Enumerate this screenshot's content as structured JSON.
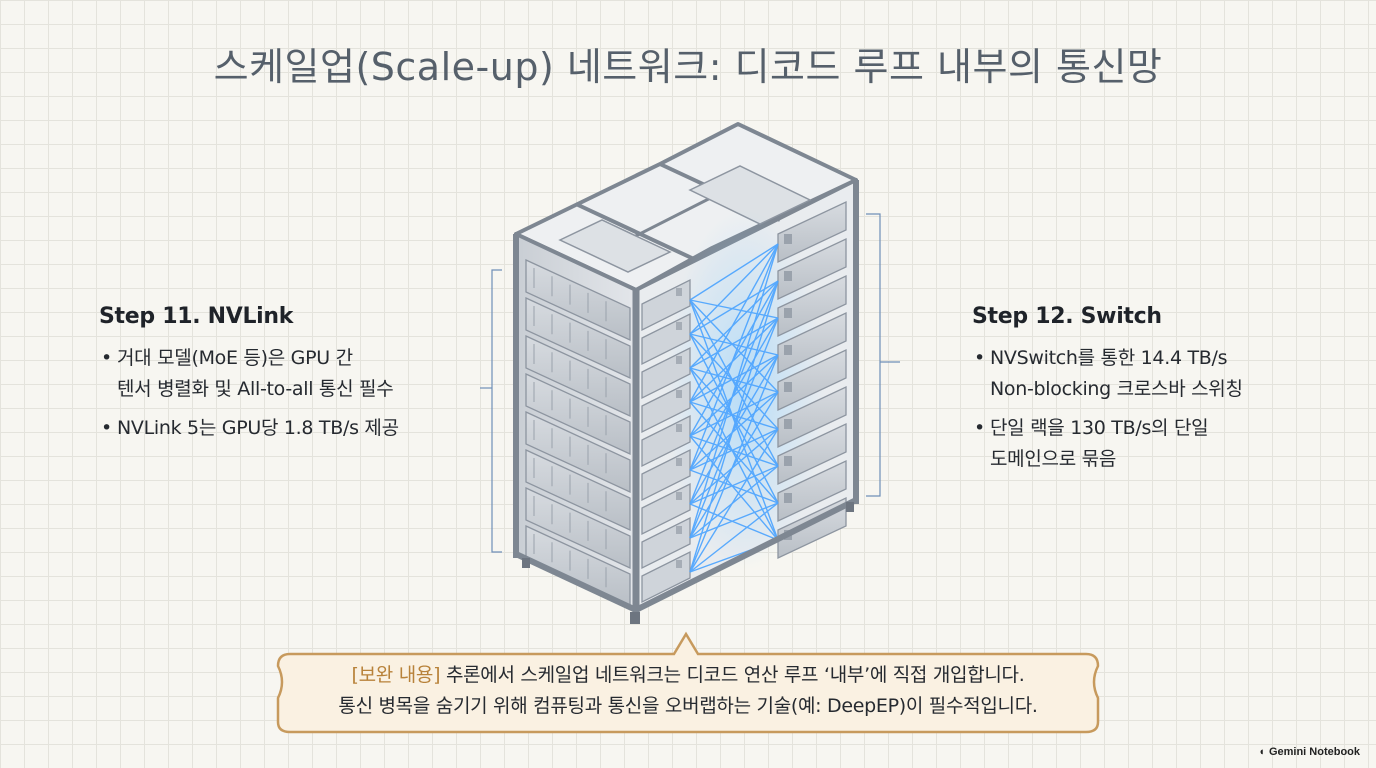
{
  "title": "스케일업(Scale-up) 네트워크: 디코드 루프 내부의 통신망",
  "left": {
    "heading": "Step 11. NVLink",
    "bullets": [
      [
        "거대 모델(MoE 등)은 GPU 간",
        "텐서 병렬화 및 All-to-all 통신 필수"
      ],
      [
        "NVLink 5는 GPU당 1.8 TB/s 제공"
      ]
    ]
  },
  "right": {
    "heading": "Step 12. Switch",
    "bullets": [
      [
        "NVSwitch를 통한 14.4 TB/s",
        "Non-blocking 크로스바 스위칭"
      ],
      [
        "단일 랙을 130 TB/s의 단일",
        "도메인으로 묶음"
      ]
    ]
  },
  "note": {
    "tag": "[보완 내용]",
    "line1": " 추론에서 스케일업 네트워크는 디코드 연산 루프 ‘내부’에 직접 개입합니다.",
    "line2": "통신 병목을 숨기기 위해 컴퓨팅과 통신을 오버랩하는 기술(예: DeepEP)이 필수적입니다."
  },
  "brand": "Gemini Notebook",
  "colors": {
    "accent_glow": "#4aa3ff",
    "note_tag": "#b8823a",
    "note_bg": "#faf1e2",
    "frame": "#8d95a0"
  }
}
